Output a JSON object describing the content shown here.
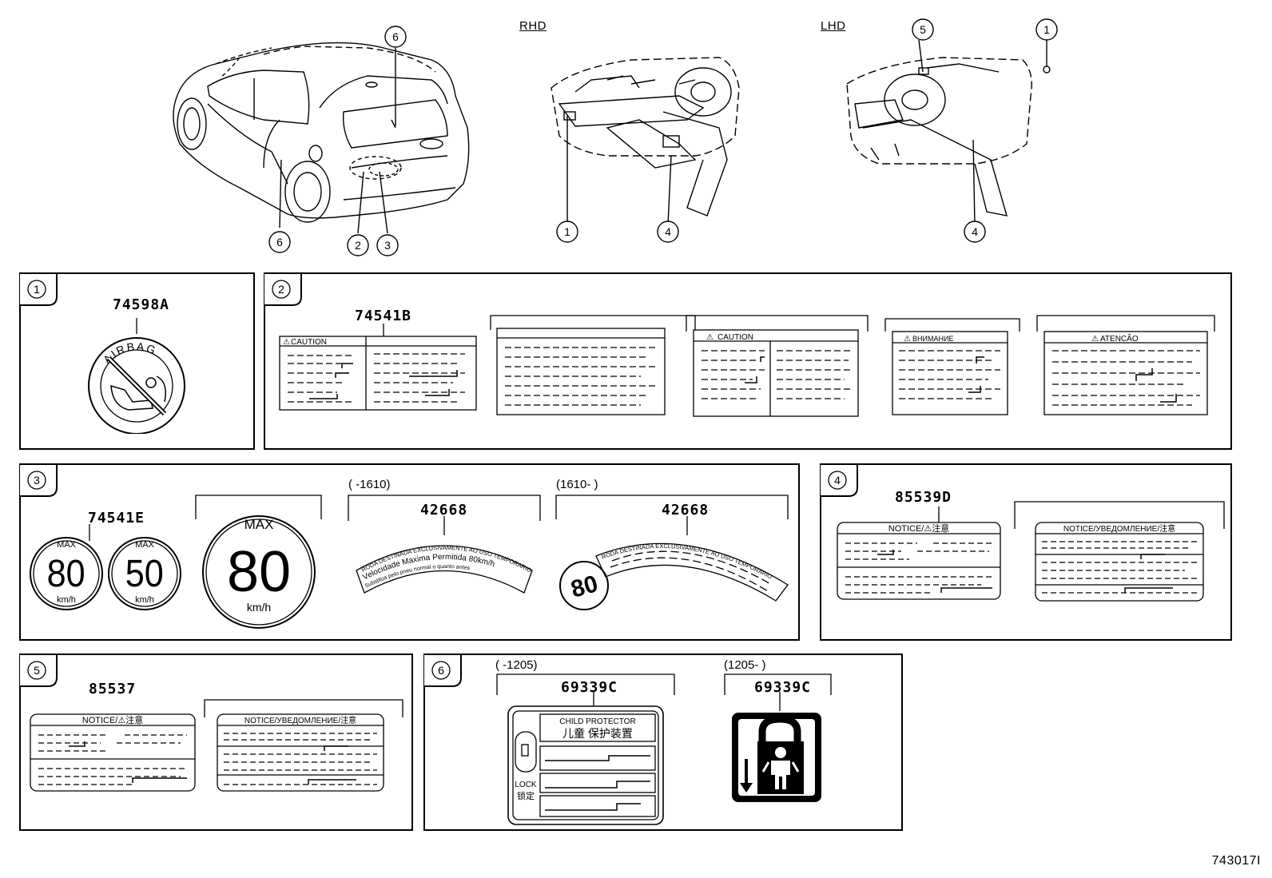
{
  "top": {
    "rhd_label": "RHD",
    "lhd_label": "LHD"
  },
  "callouts": {
    "c1": "1",
    "c2": "2",
    "c3": "3",
    "c4": "4",
    "c5": "5",
    "c6": "6"
  },
  "panel1": {
    "part": "74598A",
    "airbag_text": "AIRBAG"
  },
  "panel2": {
    "part": "74541B",
    "caution_label": "CAUTION",
    "caution_label_2": "CAUTION",
    "russian_label": "ВНИМАНИЕ",
    "portuguese_label": "ATENCÃO"
  },
  "panel3": {
    "part_a": "74541E",
    "max": "MAX",
    "speed_80": "80",
    "speed_50": "50",
    "unit": "km/h",
    "range_a": "(      -1610)",
    "range_b": "(1610-      )",
    "part_b": "42668",
    "part_c": "42668",
    "arc_line1": "RODA DESTINADA EXCLUSIVAMENTE AO USO TEMPORARIO",
    "arc_line2": "Velocidade Maxima Permitida  80km/h",
    "arc_line3": "Substitua pelo pneu normal o quanto antes"
  },
  "panel4": {
    "part": "85539D",
    "notice_a": "NOTICE/⚠注意",
    "notice_b": "NOTICE/УВЕДОМЛЕНИЕ/注意"
  },
  "panel5": {
    "part": "85537",
    "notice_a": "NOTICE/⚠注意",
    "notice_b": "NOTICE/УВЕДОМЛЕНИЕ/注意"
  },
  "panel6": {
    "range_a": "(     -1205)",
    "range_b": "(1205-     )",
    "part_a": "69339C",
    "part_b": "69339C",
    "child_protector": "CHILD PROTECTOR",
    "child_protector_cn": "儿童 保护装置",
    "lock": "LOCK",
    "lock_cn": "锁定"
  },
  "figure_id": "743017I"
}
